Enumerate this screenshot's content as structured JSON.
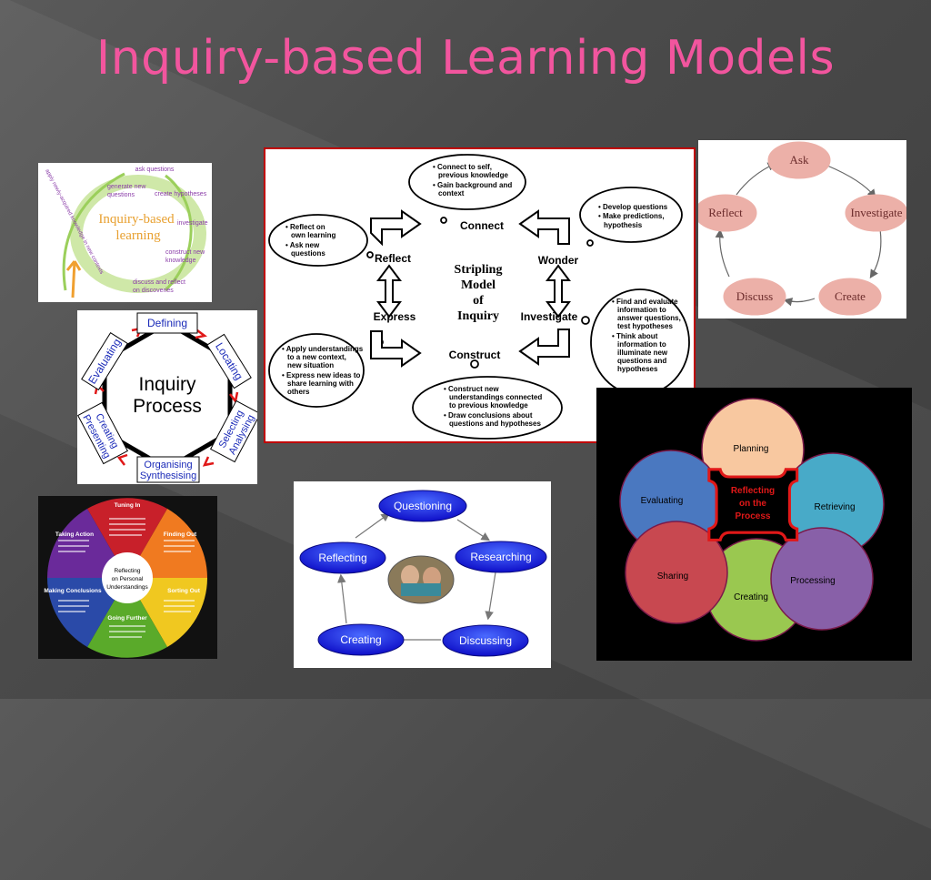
{
  "slide": {
    "title": "Inquiry-based Learning Models"
  },
  "colors": {
    "title": "#f2559e",
    "stripling_border": "#c00000",
    "ask_circle": "#ecb0a8",
    "blue_oval": "#1a1adb"
  },
  "inquiry_cycle": {
    "center": "Inquiry-based learning",
    "items": [
      "ask questions",
      "generate new questions",
      "create hypotheses",
      "investigate",
      "construct new knowledge",
      "discuss and reflect on discoveries"
    ],
    "side_text": "apply newly-acquired knowledge in new contexts"
  },
  "inquiry_process": {
    "center": "Inquiry Process",
    "steps": [
      "Defining",
      "Locating",
      "Selecting Analysing",
      "Organising Synthesising",
      "Creating Presenting",
      "Evaluating"
    ]
  },
  "stripling": {
    "center": "Stripling Model of Inquiry",
    "phases": {
      "connect": "Connect",
      "wonder": "Wonder",
      "investigate": "Investigate",
      "construct": "Construct",
      "express": "Express",
      "reflect": "Reflect"
    },
    "bubbles": {
      "connect": [
        "Connect to self, previous knowledge",
        "Gain background and context"
      ],
      "wonder": [
        "Develop questions",
        "Make predictions, hypothesis"
      ],
      "investigate": [
        "Find and evaluate information to answer questions, test hypotheses",
        "Think about information to illuminate new questions and hypotheses"
      ],
      "construct": [
        "Construct new understandings connected to previous knowledge",
        "Draw conclusions about questions and hypotheses"
      ],
      "express": [
        "Apply understandings to a new context, new situation",
        "Express new ideas to share learning with others"
      ],
      "reflect": [
        "Reflect on own learning",
        "Ask new questions"
      ]
    }
  },
  "ask_cycle": {
    "steps": [
      "Ask",
      "Investigate",
      "Create",
      "Discuss",
      "Reflect"
    ]
  },
  "wheel": {
    "center": "Reflecting on Personal Understandings",
    "segments": [
      "Tuning In",
      "Finding Out",
      "Sorting Out",
      "Going Further",
      "Making Conclusions",
      "Taking Action"
    ]
  },
  "oval_cycle": {
    "steps": [
      "Questioning",
      "Researching",
      "Discussing",
      "Creating",
      "Reflecting"
    ]
  },
  "flower": {
    "center": "Reflecting on the Process",
    "petals": [
      "Planning",
      "Retrieving",
      "Processing",
      "Creating",
      "Sharing",
      "Evaluating"
    ]
  }
}
